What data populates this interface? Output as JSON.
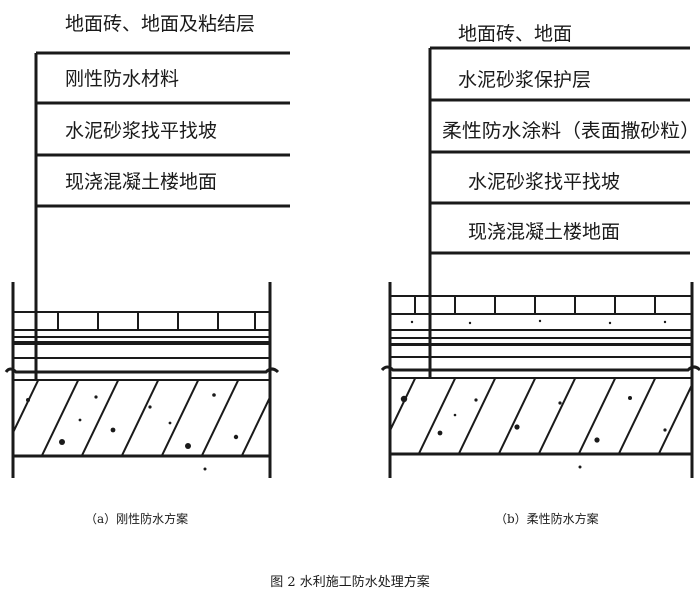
{
  "diagram_a": {
    "labels": [
      "地面砖、地面及粘结层",
      "刚性防水材料",
      "水泥砂浆找平找坡",
      "现浇混凝土楼地面"
    ],
    "caption": "（a）刚性防水方案"
  },
  "diagram_b": {
    "labels": [
      "地面砖、地面",
      "水泥砂浆保护层",
      "柔性防水涂料（表面撒砂粒）",
      "水泥砂浆找平找坡",
      "现浇混凝土楼地面"
    ],
    "caption": "（b）柔性防水方案"
  },
  "figure_caption": "图 2 水利施工防水处理方案"
}
